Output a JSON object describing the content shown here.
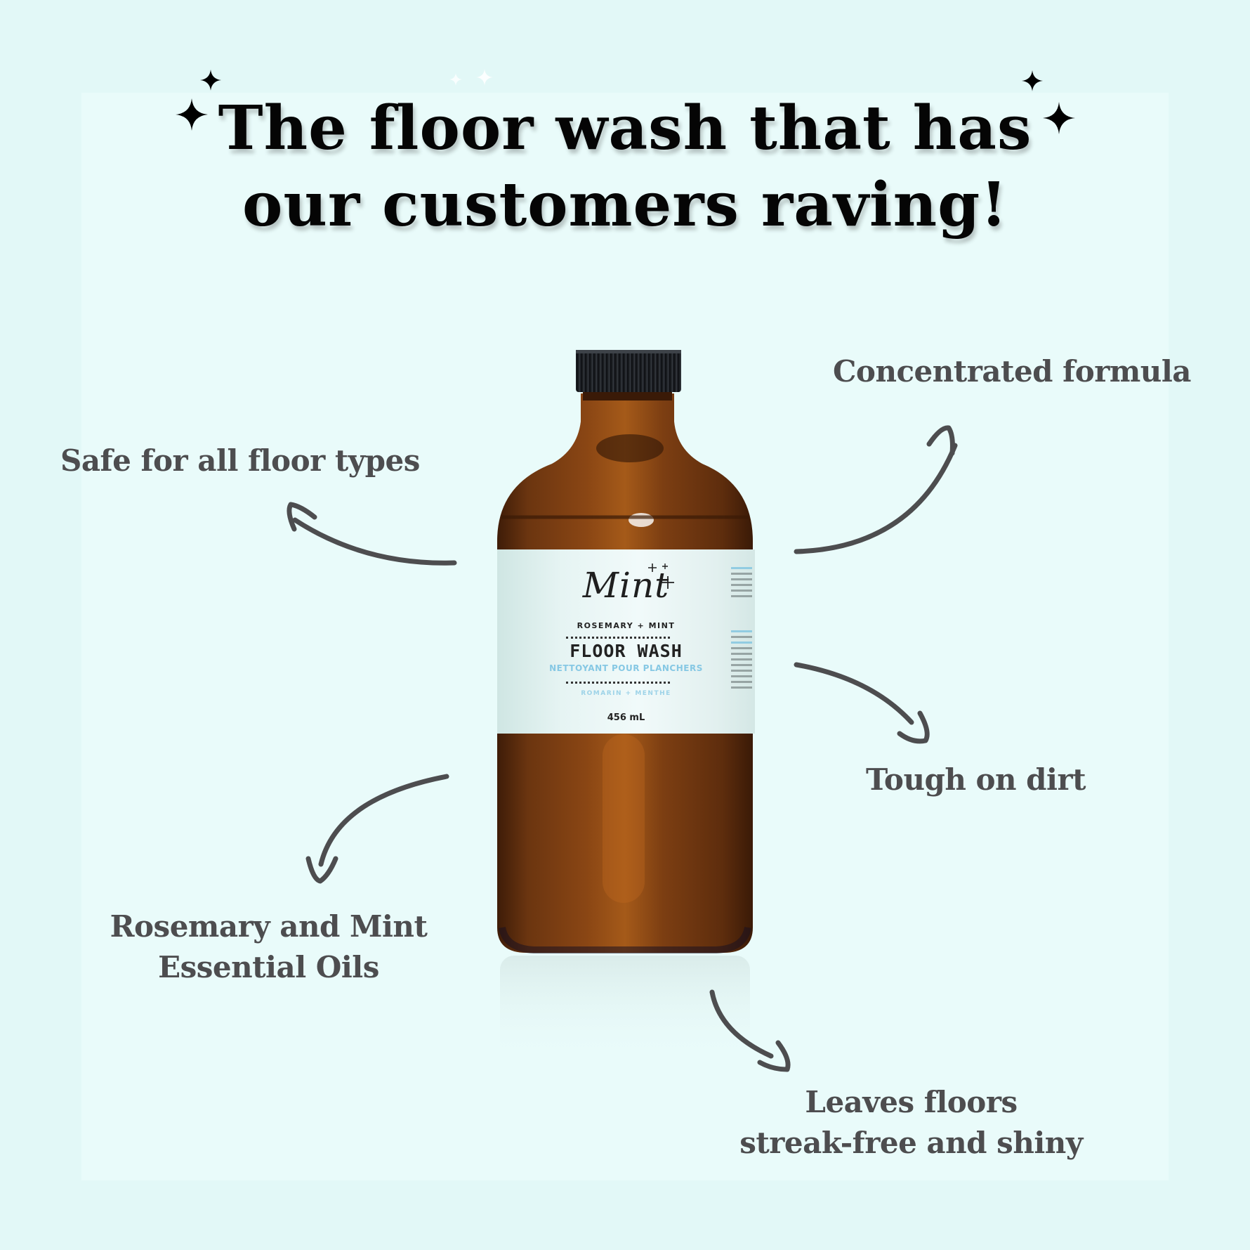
{
  "headline": {
    "line1": "The floor wash that has",
    "line2": "our customers raving!"
  },
  "features": [
    {
      "id": "safe",
      "text": "Safe for all floor types"
    },
    {
      "id": "concentrated",
      "text": "Concentrated formula"
    },
    {
      "id": "tough",
      "text": "Tough on dirt"
    },
    {
      "id": "oils",
      "line1": "Rosemary and Mint",
      "line2": "Essential Oils"
    },
    {
      "id": "shiny",
      "line1": "Leaves floors",
      "line2": "streak-free and shiny"
    }
  ],
  "product": {
    "brand": "Mint",
    "scent": "ROSEMARY + MINT",
    "name": "FLOOR WASH",
    "name_fr": "NETTOYANT POUR PLANCHERS",
    "scent_fr": "ROMARIN + MENTHE",
    "volume": "456 mL"
  },
  "colors": {
    "background": "#e2f8f7",
    "headline": "#050505",
    "feature_text": "#4d4d4f",
    "amber_glass": "#6b3510",
    "accent_blue": "#7fc4e0"
  },
  "icons": [
    "sparkle-icon",
    "curved-arrow-icon"
  ]
}
